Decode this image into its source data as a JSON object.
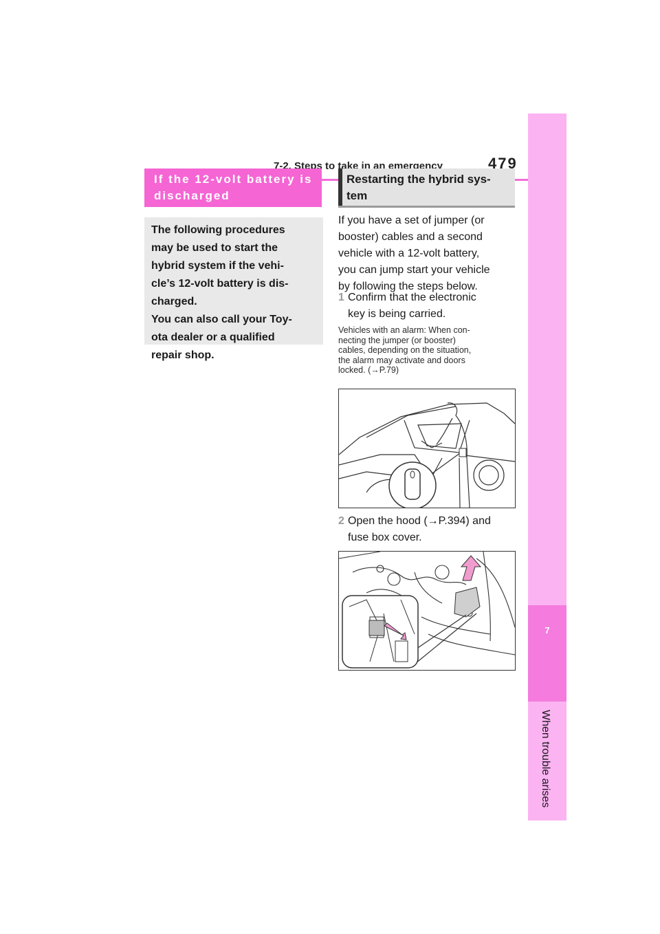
{
  "header": {
    "section_title": "7-2. Steps to take in an emergency",
    "page_number": "479"
  },
  "side_tab": {
    "chapter_number": "7",
    "chapter_title": "When trouble arises"
  },
  "left_column": {
    "heading_lines": [
      "If the 12-volt battery is",
      "discharged"
    ],
    "info_lines": [
      "The following procedures",
      "may be used to start the",
      "hybrid system if the vehi-",
      "cle’s 12-volt battery is dis-",
      "charged.",
      "You can also call your Toy-",
      "ota dealer or a qualified",
      "repair shop."
    ]
  },
  "right_column": {
    "heading_lines": [
      "Restarting the hybrid sys-",
      "tem"
    ],
    "intro_lines": [
      "If you have a set of jumper (or",
      "booster) cables and a second",
      "vehicle with a 12-volt battery,",
      "you can jump start your vehicle",
      "by following the steps below."
    ],
    "steps": [
      {
        "number": "1",
        "lines": [
          "Confirm that the electronic",
          "key is being carried."
        ]
      },
      {
        "number": "2",
        "lines": [
          "Open the hood (→P.394) and",
          "fuse box cover."
        ]
      }
    ],
    "note_lines": [
      "Vehicles with an alarm: When con-",
      "necting the jumper (or booster)",
      "cables, depending on the situation,",
      "the alarm may activate and doors",
      "locked. (→P.79)"
    ]
  },
  "colors": {
    "accent_pink": "#f565d4",
    "side_strip": "#fbb3f2",
    "chapter_box": "#f57bde",
    "info_box": "#e9e9e9",
    "arrow_pink": "#f19ccf"
  },
  "figures": [
    {
      "name": "person-with-key-illustration"
    },
    {
      "name": "engine-fuse-box-illustration"
    }
  ]
}
